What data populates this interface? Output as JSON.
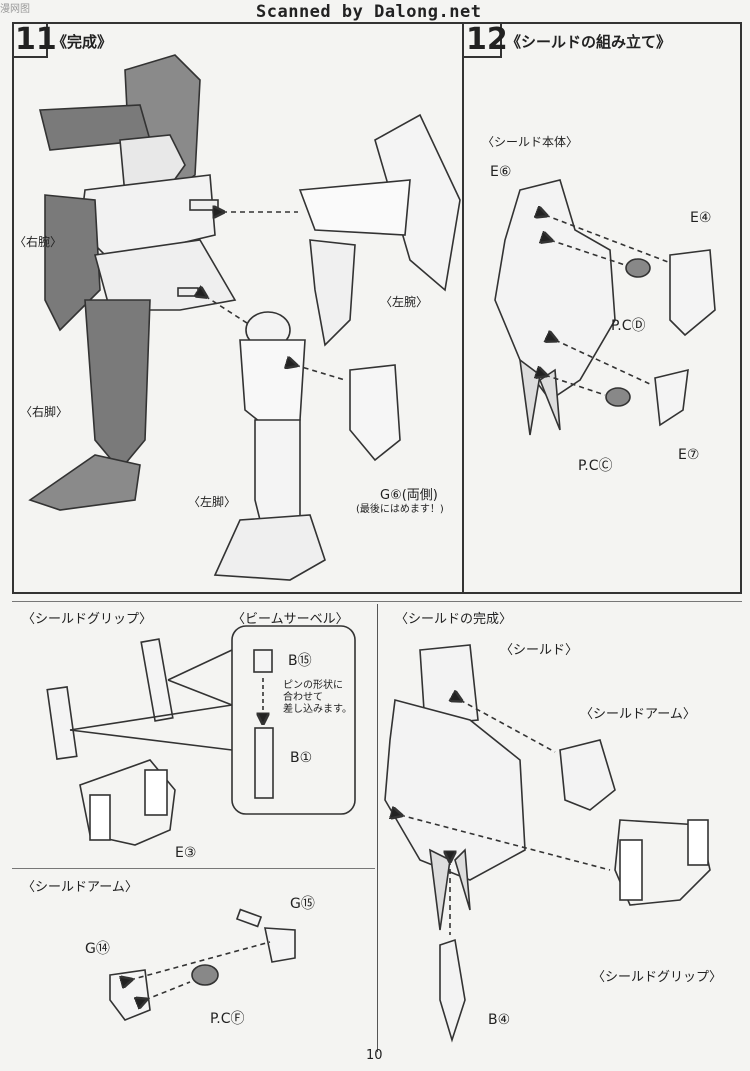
{
  "header": {
    "watermark_left": "漫网图",
    "scanner_credit": "Scanned by Dalong.net"
  },
  "step11": {
    "number": "11",
    "title": "《完成》",
    "labels": {
      "right_arm": "〈右腕〉",
      "left_arm": "〈左腕〉",
      "right_leg": "〈右脚〉",
      "left_leg": "〈左脚〉",
      "part_g6": "G⑥(両側)",
      "note": "(最後にはめます！)"
    }
  },
  "step12": {
    "number": "12",
    "title": "《シールドの組み立て》",
    "body_title": "〈シールド本体〉",
    "parts": {
      "e6": "E⑥",
      "e4": "E④",
      "pc_d": "P.CⒹ",
      "pc_c": "P.CⒸ",
      "e7": "E⑦"
    }
  },
  "grip": {
    "title": "〈シールドグリップ〉",
    "part_e3": "E③"
  },
  "saber": {
    "title": "〈ビームサーベル〉",
    "part_b19": "B⑮",
    "part_b1": "B①",
    "note_line1": "ピンの形状に",
    "note_line2": "合わせて",
    "note_line3": "差し込みます。"
  },
  "arm": {
    "title": "〈シールドアーム〉",
    "part_g15": "G⑮",
    "part_g14": "G⑭",
    "part_pcf": "P.CⒻ"
  },
  "complete": {
    "title": "〈シールドの完成〉",
    "shield": "〈シールド〉",
    "shield_arm": "〈シールドアーム〉",
    "shield_grip": "〈シールドグリップ〉",
    "part_b4": "B④"
  },
  "footer": {
    "page_number": "10"
  }
}
